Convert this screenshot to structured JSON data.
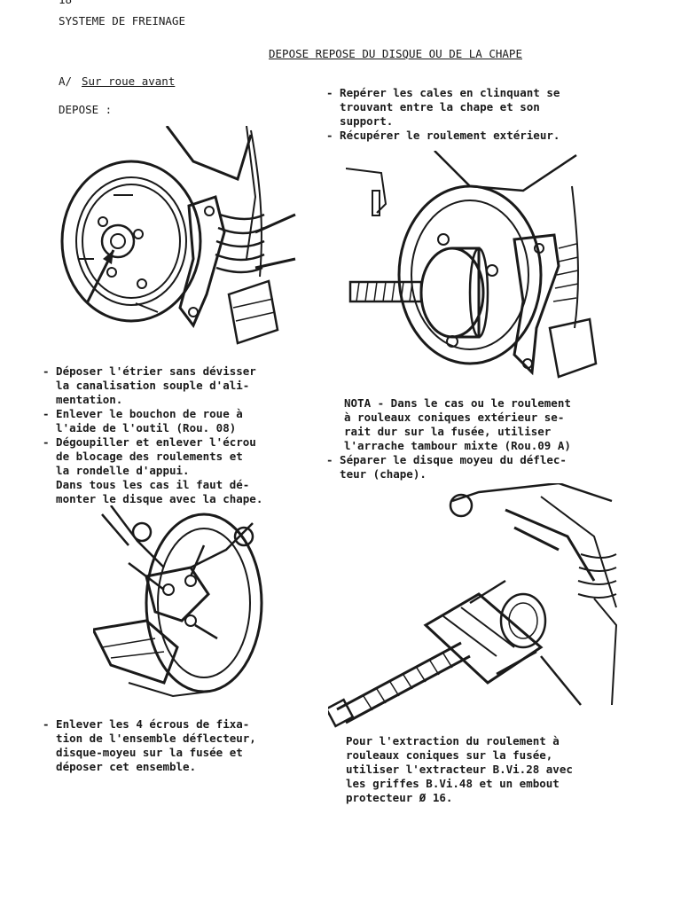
{
  "page": {
    "number": "18",
    "section_title": "SYSTEME DE FREINAGE",
    "heading": "DEPOSE REPOSE DU DISQUE OU DE LA CHAPE",
    "subsection": {
      "prefix": "A/",
      "title": "Sur roue avant"
    },
    "depose_label": "DEPOSE :"
  },
  "left_column": {
    "steps_block1": [
      "- Déposer l'étrier sans dévisser",
      "  la canalisation souple d'ali-",
      "  mentation.",
      "- Enlever le bouchon de roue à",
      "  l'aide de l'outil (Rou. 08)",
      "- Dégoupiller et enlever l'écrou",
      "  de blocage des roulements et",
      "  la rondelle d'appui.",
      "  Dans tous les cas il faut dé-",
      "  monter le disque avec la chape."
    ],
    "steps_block2": [
      "- Enlever les 4 écrous de fixa-",
      "  tion de l'ensemble déflecteur,",
      "  disque-moyeu sur la fusée et",
      "  déposer cet ensemble."
    ]
  },
  "right_column": {
    "steps_block1": [
      "- Repérer les cales en clinquant se",
      "  trouvant entre la chape et son",
      "  support.",
      "- Récupérer le roulement extérieur."
    ],
    "nota_block": [
      "NOTA - Dans le cas ou le roulement",
      "à rouleaux coniques extérieur se-",
      "rait dur sur la fusée, utiliser",
      "l'arrache tambour mixte (Rou.09 A)",
      "- Séparer le disque moyeu du déflec-",
      "  teur (chape)."
    ],
    "extraction_block": [
      "Pour l'extraction du roulement à",
      "rouleaux coniques sur la fusée,",
      "utiliser l'extracteur B.Vi.28 avec",
      "les griffes B.Vi.48 et un embout",
      "protecteur Ø 16."
    ]
  },
  "colors": {
    "ink": "#1a1a1a",
    "paper": "#ffffff"
  }
}
